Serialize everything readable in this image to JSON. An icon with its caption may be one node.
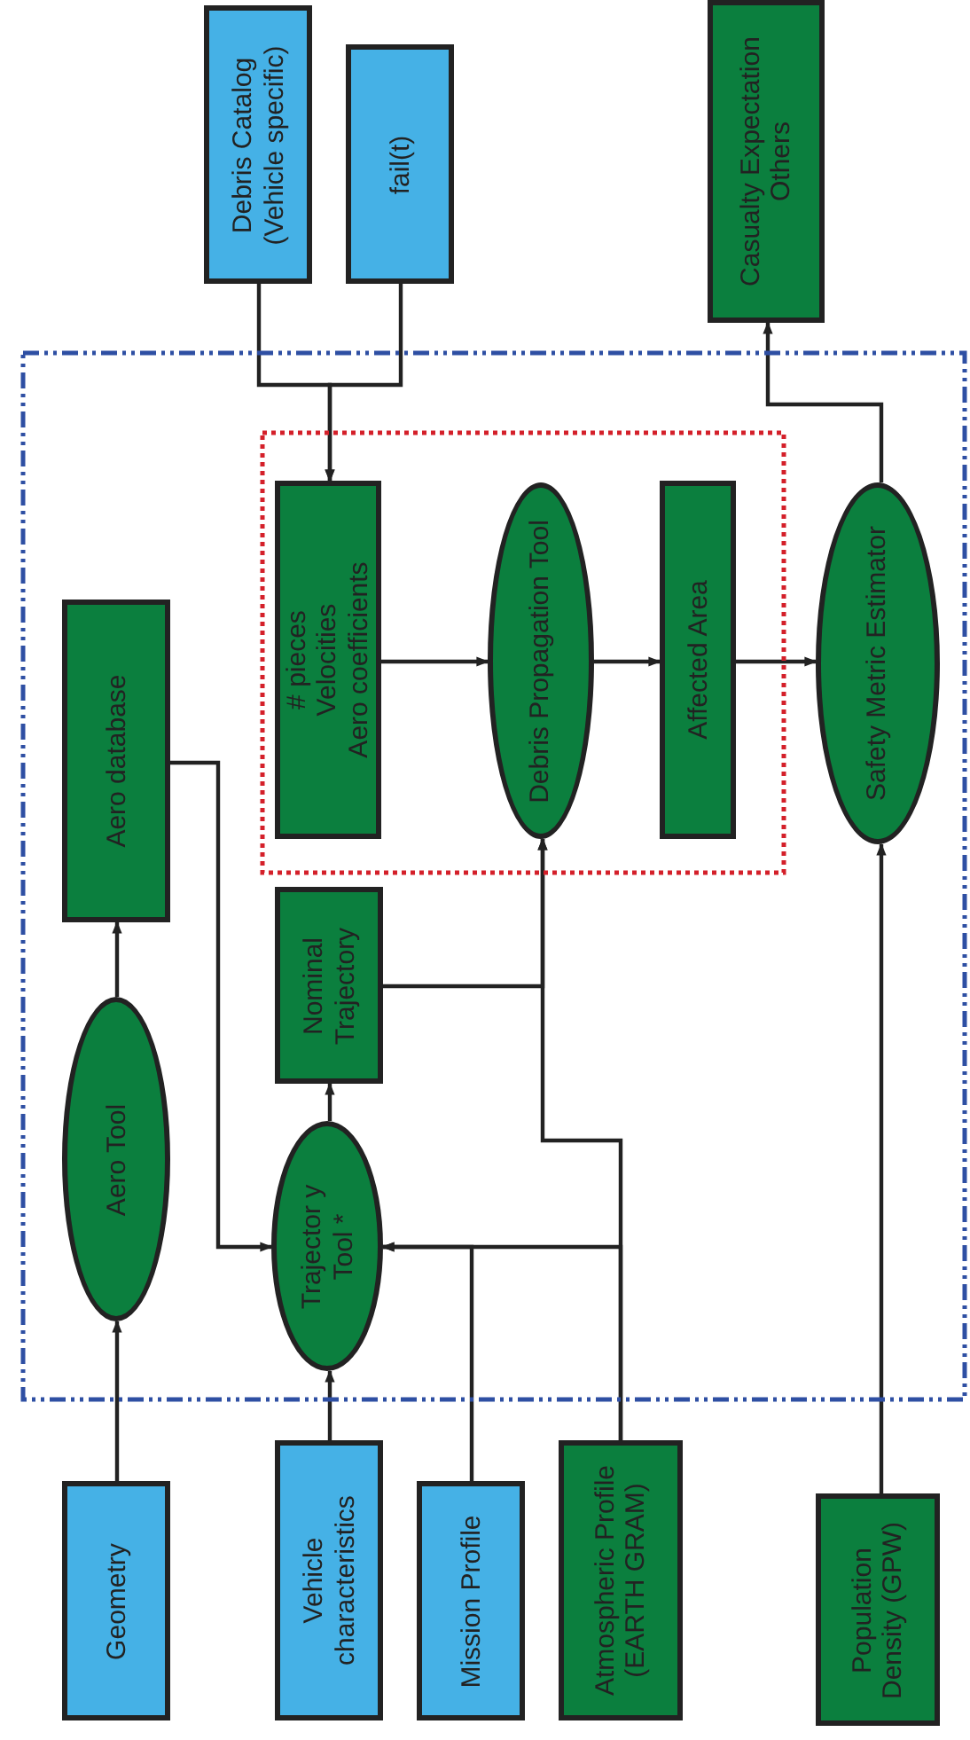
{
  "diagram": {
    "nodes": [
      {
        "text": [
          "Debris Catalog (Vehicle specific)"
        ]
      },
      {
        "text": [
          "fail(t)"
        ]
      },
      {
        "text": [
          "Casualty Expectation Others"
        ]
      },
      {
        "text": [],
        "shape": "box"
      },
      {
        "text": [],
        "shape": "box",
        "in": 3
      },
      {
        "text": [
          "# pieces",
          "Velocities",
          "Aero coefficients"
        ],
        "in": 4
      },
      {
        "text": [
          "Debris Propagation Tool"
        ],
        "in": 4
      },
      {
        "text": [
          "Affected Area"
        ],
        "in": 4
      },
      {
        "text": [
          "Safety Metric Estimator"
        ],
        "in": 3
      },
      {
        "text": [
          "Aero database"
        ],
        "in": 3
      },
      {
        "text": [
          "Nominal Trajectory"
        ],
        "in": 3
      },
      {
        "text": [
          "Aero Tool"
        ],
        "in": 3
      },
      {
        "text": [
          "Trajector y Tool *"
        ],
        "in": 3
      },
      {
        "text": [
          "Geometry"
        ]
      },
      {
        "text": [
          "Vehicle characteristics"
        ]
      },
      {
        "text": [
          "Mission Profile"
        ]
      },
      {
        "text": [
          "Atmospheric Profile (EARTH GRAM)"
        ]
      },
      {
        "text": [
          "Population Density (GPW)"
        ]
      }
    ],
    "edges": [
      {
        "from": 0,
        "to": 5,
        "arrow": "to"
      },
      {
        "from": 1,
        "to": 5,
        "arrow": "to"
      },
      {
        "from": 8,
        "to": 2,
        "arrow": "to"
      },
      {
        "from": 5,
        "to": 6,
        "arrow": "to"
      },
      {
        "from": 6,
        "to": 7,
        "arrow": "to"
      },
      {
        "from": 7,
        "to": 8,
        "arrow": "to"
      },
      {
        "from": 9,
        "to": 12,
        "arrow": "to"
      },
      {
        "from": 11,
        "to": 9,
        "arrow": "to"
      },
      {
        "from": 13,
        "to": 11,
        "arrow": "to"
      },
      {
        "from": 14,
        "to": 12,
        "arrow": "to"
      },
      {
        "from": 12,
        "to": 10,
        "arrow": "to"
      },
      {
        "from": 15,
        "to": 12,
        "arrow": "to"
      },
      {
        "from": 16,
        "to": 12,
        "arrow": "to"
      },
      {
        "from": 16,
        "to": 6,
        "arrow": "to"
      },
      {
        "from": 10,
        "to": 6,
        "arrow": "to"
      },
      {
        "from": 17,
        "to": 8,
        "arrow": "to"
      }
    ]
  }
}
